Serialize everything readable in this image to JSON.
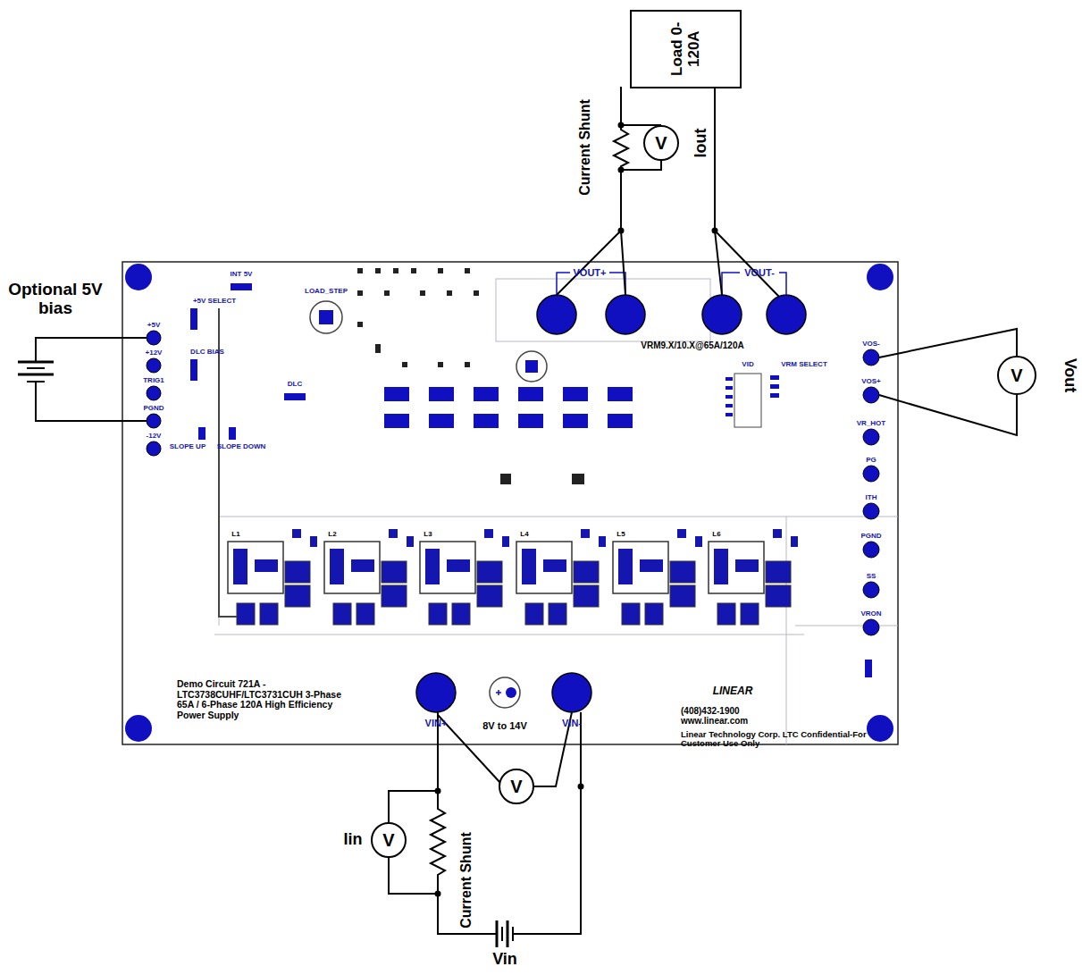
{
  "diagram": {
    "nodes": [
      {
        "text": [
          "Load 0-120A"
        ]
      },
      {
        "text": [
          "V"
        ]
      },
      {
        "text": [
          "V"
        ]
      },
      {
        "text": [
          "V"
        ]
      },
      {
        "text": [
          "V"
        ]
      }
    ],
    "labels": [
      "Optional 5V bias",
      "Current Shunt",
      "Iout",
      "Vout",
      "Current Shunt",
      "Iin",
      "Vin",
      "VOUT+",
      "VOUT-",
      "VRM9.X/10.X@65A/120A",
      "VIN+",
      "8V to 14V",
      "VIN-",
      "Demo Circuit 721A - LTC3738CUHF/LTC3731CUH 3-Phase 65A / 6-Phase 120A High Efficiency Power Supply",
      "(408)432-1900 www.linear.com",
      "Linear Technology Corp. LTC Confidential-For Customer Use Only",
      "LINEAR",
      "+5V",
      "+12V",
      "TRIG1",
      "PGND",
      "-12V",
      "VOS-",
      "VOS+",
      "VR_HOT",
      "PG",
      "ITH",
      "PGND",
      "SS",
      "VRON",
      "INT 5V",
      "+5V SELECT",
      "LOAD_STEP",
      "DLC BIAS",
      "DLC",
      "SLOPE UP",
      "SLOPE DOWN",
      "VID",
      "VRM SELECT",
      "L1",
      "L2",
      "L3",
      "L4",
      "L5",
      "L6"
    ]
  }
}
